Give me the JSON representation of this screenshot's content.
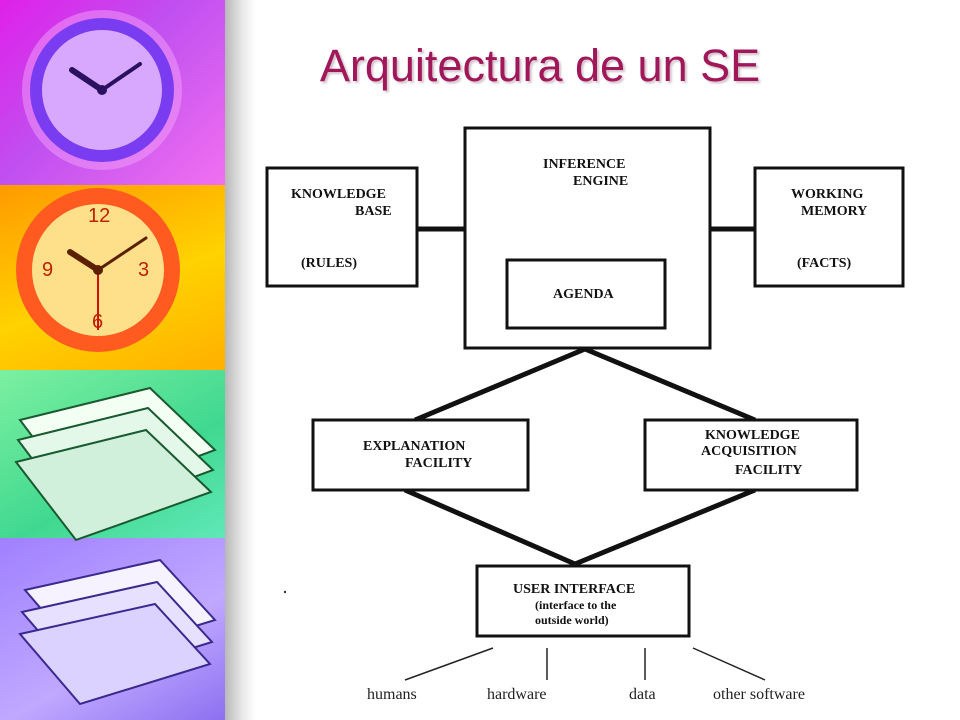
{
  "title": "Arquitectura de un SE",
  "diagram": {
    "knowledge_base": {
      "line1": "KNOWLEDGE",
      "line2": "BASE",
      "line3": "(RULES)"
    },
    "inference_engine": {
      "line1": "INFERENCE",
      "line2": "ENGINE"
    },
    "agenda": {
      "label": "AGENDA"
    },
    "working_memory": {
      "line1": "WORKING",
      "line2": "MEMORY",
      "line3": "(FACTS)"
    },
    "explanation_facility": {
      "line1": "EXPLANATION",
      "line2": "FACILITY"
    },
    "knowledge_acquisition": {
      "line1": "KNOWLEDGE",
      "line2": "ACQUISITION",
      "line3": "FACILITY"
    },
    "user_interface": {
      "line1": "USER INTERFACE",
      "line2": "(interface to the",
      "line3": "outside world)"
    },
    "outputs": [
      "humans",
      "hardware",
      "data",
      "other software"
    ]
  }
}
